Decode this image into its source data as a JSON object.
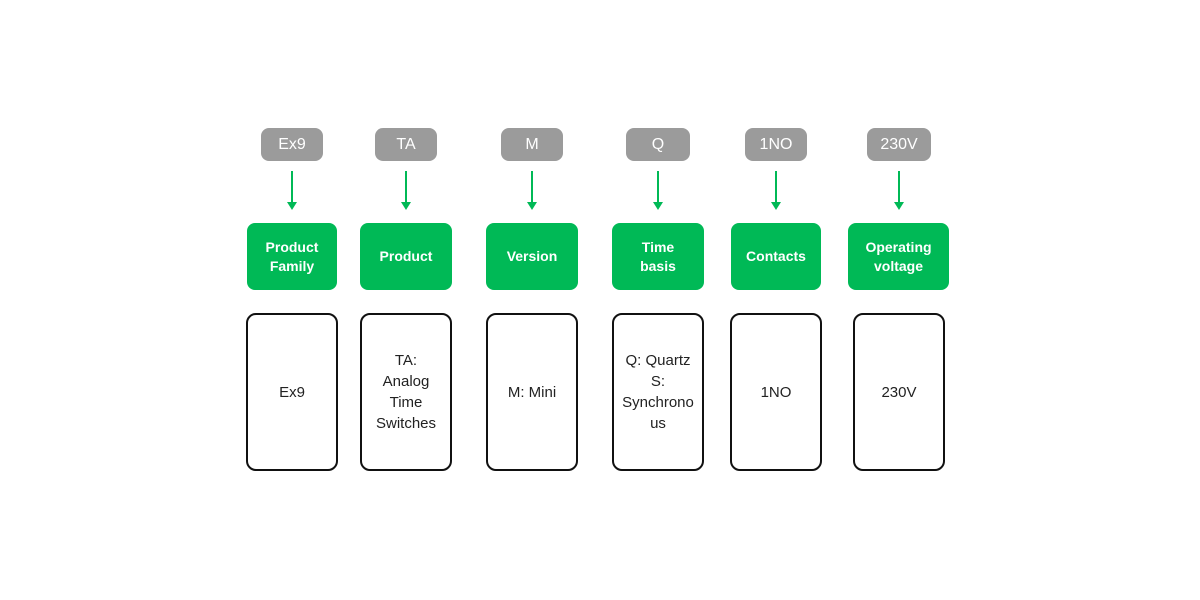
{
  "accent_color": "#00b956",
  "code_color": "#9b9b9b",
  "segments": [
    {
      "code": "Ex9",
      "label": "Product\nFamily",
      "detail": "Ex9"
    },
    {
      "code": "TA",
      "label": "Product",
      "detail": "TA:\nAnalog\nTime\nSwitches"
    },
    {
      "code": "M",
      "label": "Version",
      "detail": "M: Mini"
    },
    {
      "code": "Q",
      "label": "Time\nbasis",
      "detail": "Q: Quartz\nS:\nSynchrono\nus"
    },
    {
      "code": "1NO",
      "label": "Contacts",
      "detail": "1NO"
    },
    {
      "code": "230V",
      "label": "Operating\nvoltage",
      "detail": "230V"
    }
  ]
}
